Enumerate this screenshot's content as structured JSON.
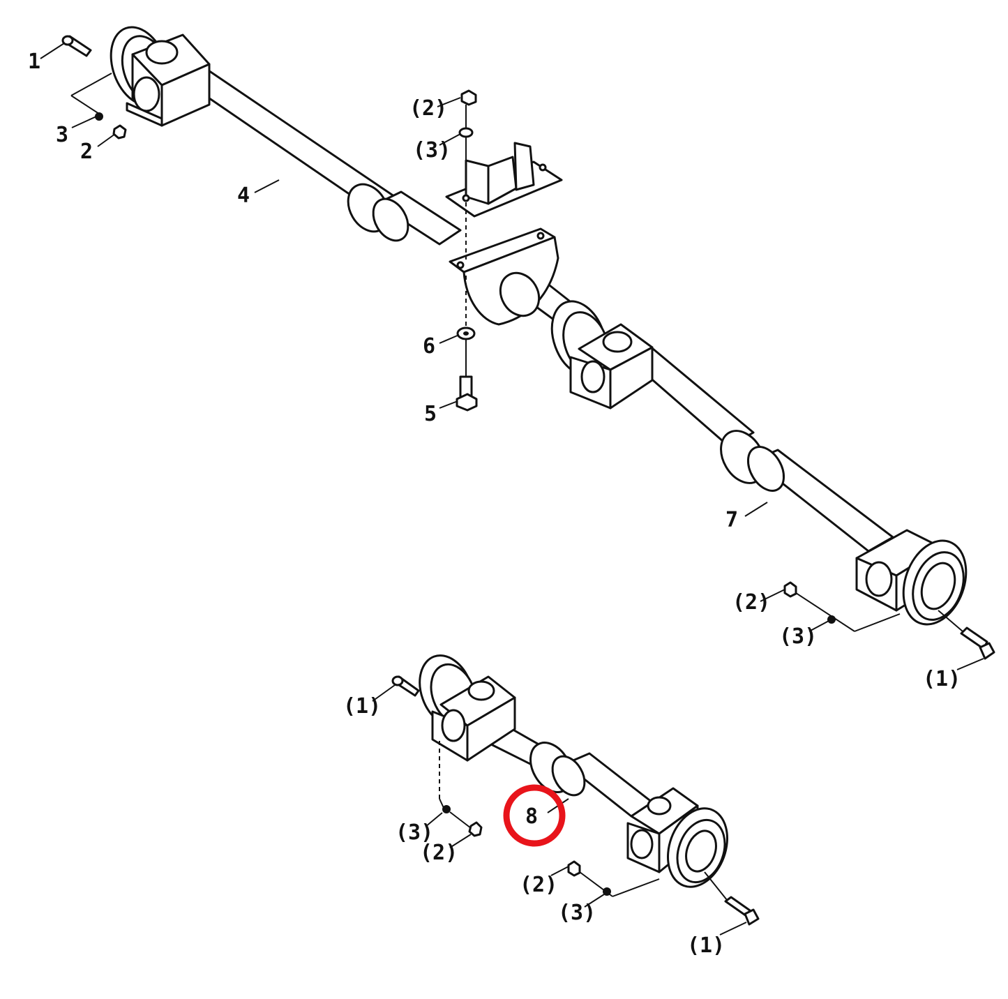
{
  "diagram": {
    "callouts": {
      "c1_top": "1",
      "c2_top_bracket": "(2)",
      "c3_top_bracket": "(3)",
      "c3_left": "3",
      "c2_left": "2",
      "c4": "4",
      "c6": "6",
      "c5": "5",
      "c7": "7",
      "c2_right": "(2)",
      "c3_right": "(3)",
      "c1_right": "(1)",
      "c1_lower_left": "(1)",
      "c8": "8",
      "c3_lower_left": "(3)",
      "c2_lower_left": "(2)",
      "c2_lower_mid": "(2)",
      "c3_lower_mid": "(3)",
      "c1_lower_right": "(1)"
    },
    "highlight_color": "#e8141b",
    "highlighted_item": "8"
  }
}
